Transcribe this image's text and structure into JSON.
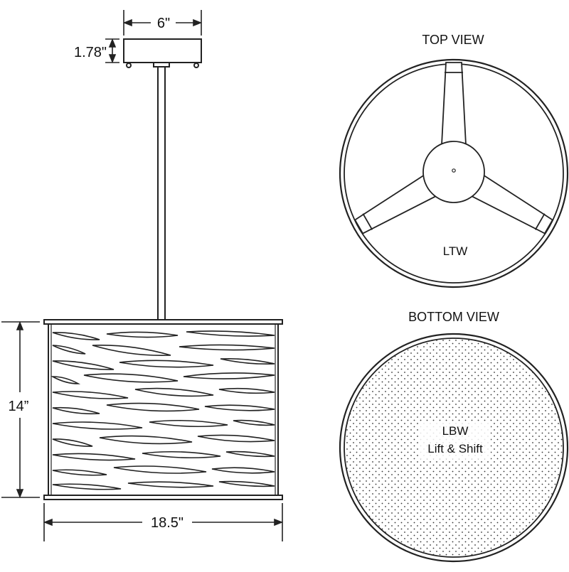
{
  "dimensions": {
    "canopy_width": "6\"",
    "canopy_height": "1.78\"",
    "shade_height": "14”",
    "shade_width": "18.5\""
  },
  "top_view": {
    "title": "TOP VIEW",
    "label": "LTW"
  },
  "bottom_view": {
    "title": "BOTTOM VIEW",
    "label_line1": "LBW",
    "label_line2": "Lift & Shift"
  },
  "colors": {
    "line": "#222222",
    "background": "#ffffff"
  }
}
